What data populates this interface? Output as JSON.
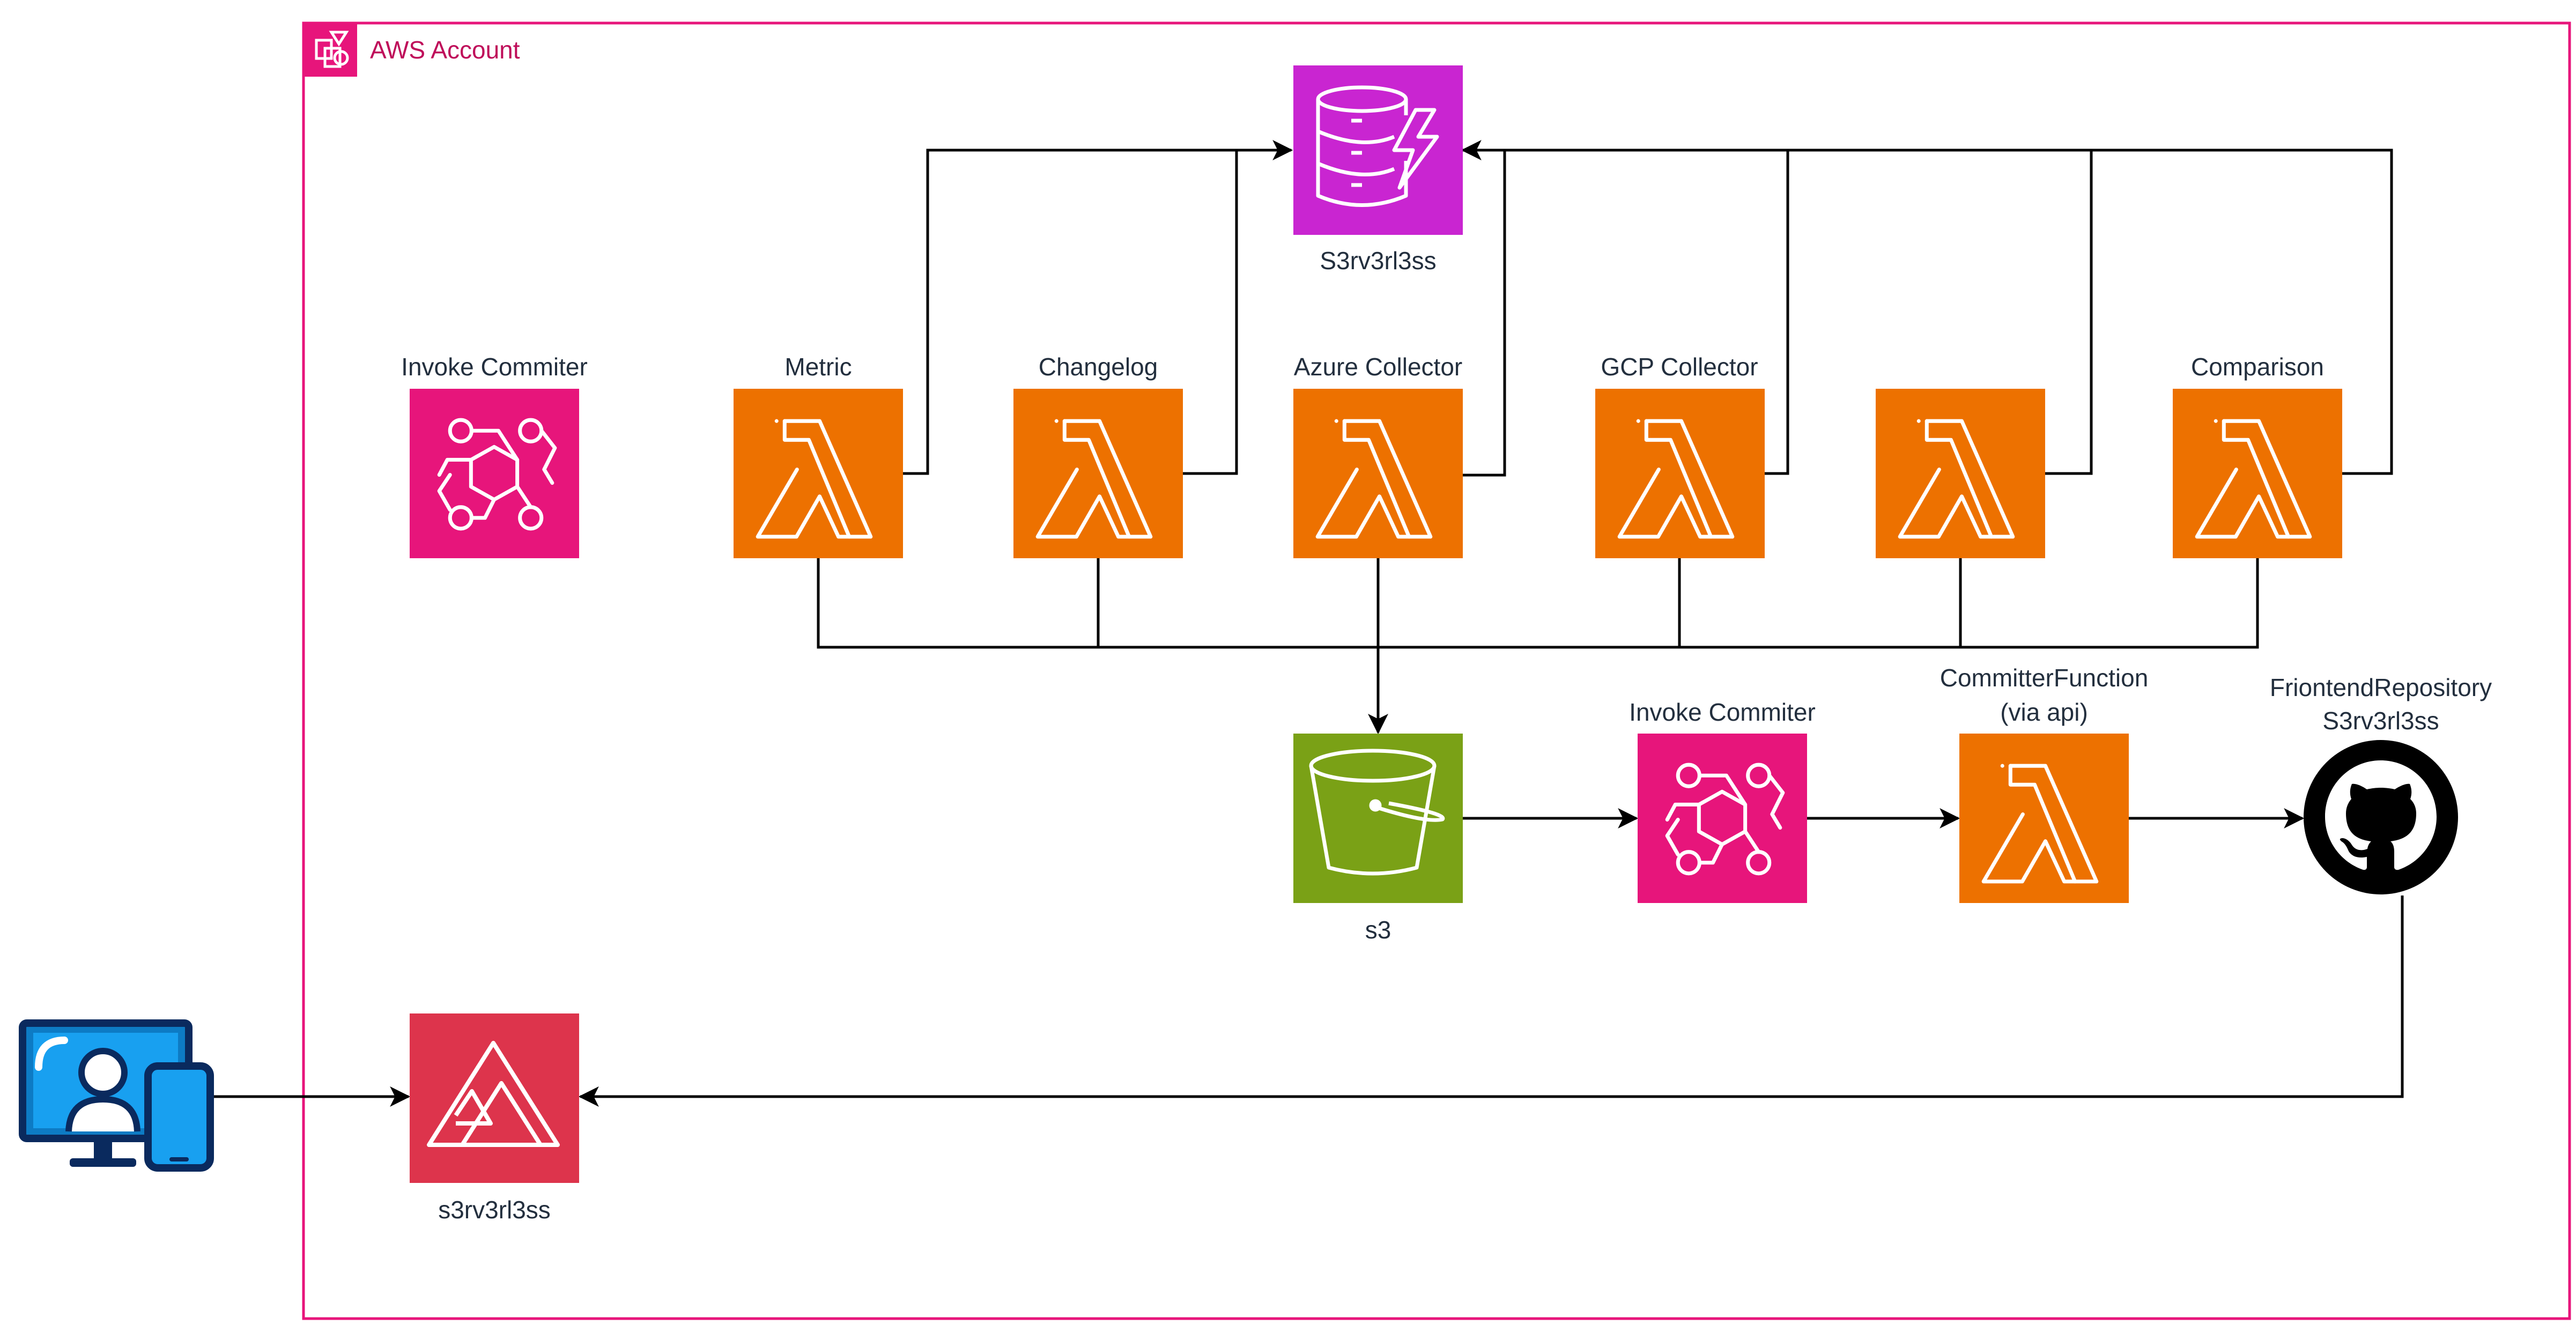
{
  "account": {
    "label": "AWS Account"
  },
  "colors": {
    "account_border": "#e7157b",
    "lambda": "#ed7100",
    "eventbridge": "#e7157b",
    "dynamodb": "#c925d1",
    "s3": "#7aa116",
    "amplify": "#dd344c",
    "client": "#0d7bc4",
    "client_dark": "#0a2a5e",
    "github": "#000000"
  },
  "nodes": {
    "dynamodb": {
      "label": "S3rv3rl3ss",
      "icon": "dynamodb-icon"
    },
    "invoke_commiter_top": {
      "label": "Invoke Commiter",
      "icon": "eventbridge-icon"
    },
    "metric": {
      "label": "Metric",
      "icon": "lambda-icon"
    },
    "changelog": {
      "label": "Changelog",
      "icon": "lambda-icon"
    },
    "azure_collector": {
      "label": "Azure Collector",
      "icon": "lambda-icon"
    },
    "gcp_collector": {
      "label": "GCP Collector",
      "icon": "lambda-icon"
    },
    "unnamed_lambda": {
      "label": "",
      "icon": "lambda-icon"
    },
    "comparison": {
      "label": "Comparison",
      "icon": "lambda-icon"
    },
    "s3": {
      "label": "s3",
      "icon": "s3-bucket-icon"
    },
    "invoke_commiter_mid": {
      "label": "Invoke Commiter",
      "icon": "eventbridge-icon"
    },
    "committer_function": {
      "label_line1": "CommitterFunction",
      "label_line2": "(via api)",
      "icon": "lambda-icon"
    },
    "frontend_repo": {
      "label_line1": "FriontendRepository",
      "label_line2": "S3rv3rl3ss",
      "icon": "github-icon"
    },
    "amplify": {
      "label": "s3rv3rl3ss",
      "icon": "amplify-icon"
    },
    "client": {
      "icon": "user-devices-icon"
    }
  }
}
